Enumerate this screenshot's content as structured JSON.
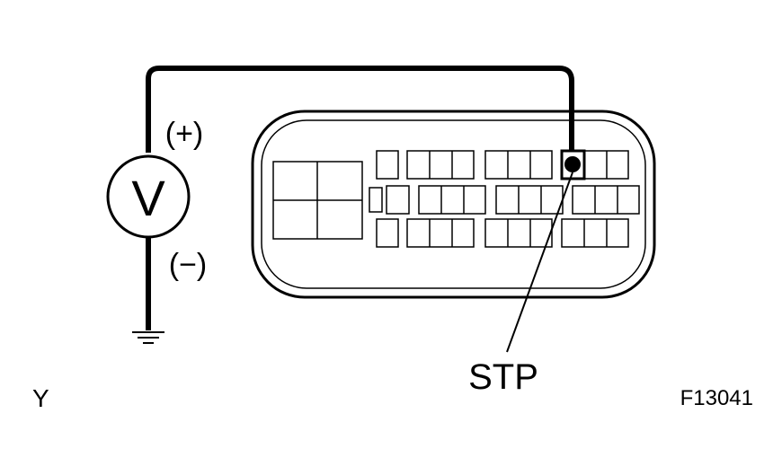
{
  "meter": {
    "symbol": "V",
    "positive_label": "(+)",
    "negative_label": "(−)"
  },
  "terminal": {
    "label": "STP"
  },
  "footer": {
    "left_code": "Y",
    "figure_id": "F13041"
  },
  "colors": {
    "ink": "#000000",
    "paper": "#ffffff"
  }
}
